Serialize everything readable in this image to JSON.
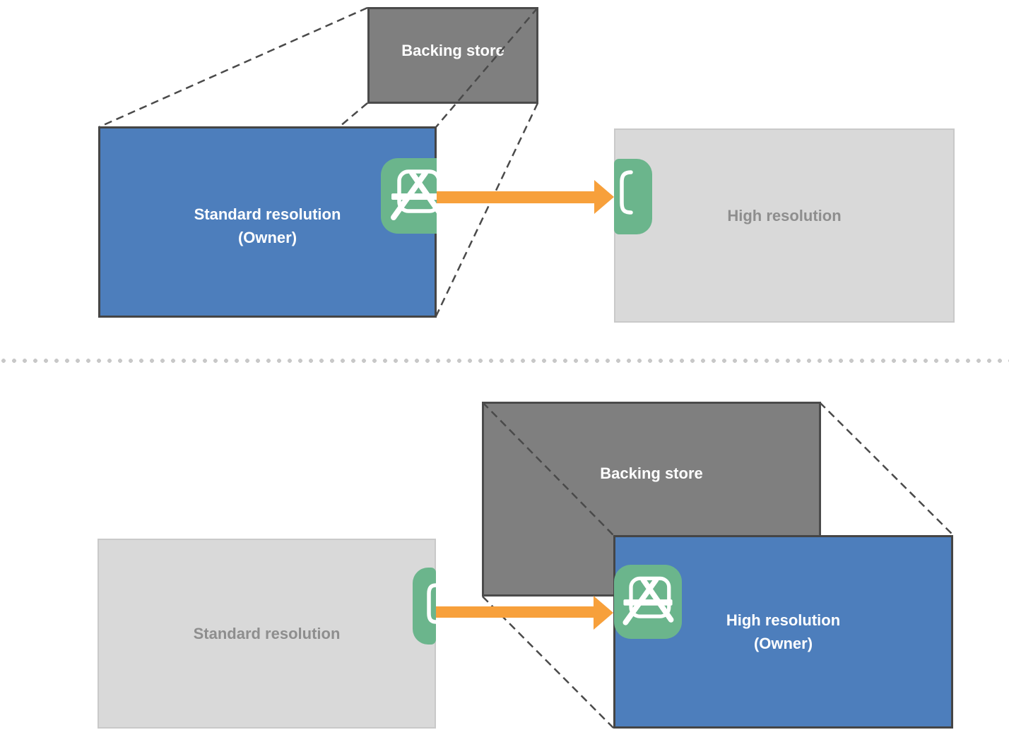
{
  "top_row": {
    "backing_store_label": "Backing store",
    "owner_line1": "Standard resolution",
    "owner_line2": "(Owner)",
    "display_label": "High resolution"
  },
  "bottom_row": {
    "backing_store_label": "Backing store",
    "source_label": "Standard resolution",
    "owner_line1": "High resolution",
    "owner_line2": "(Owner)"
  },
  "icons": {
    "app": "app-store-icon"
  },
  "colors": {
    "owner_blue": "#4d7ebc",
    "backing_gray": "#7f7f7f",
    "display_light_gray": "#d9d9d9",
    "icon_green": "#6bb58c",
    "arrow_orange": "#f7a03b",
    "muted_label": "#8e8e8e",
    "dash": "#4a4a4a",
    "separator_dot": "#c8c8c8"
  }
}
